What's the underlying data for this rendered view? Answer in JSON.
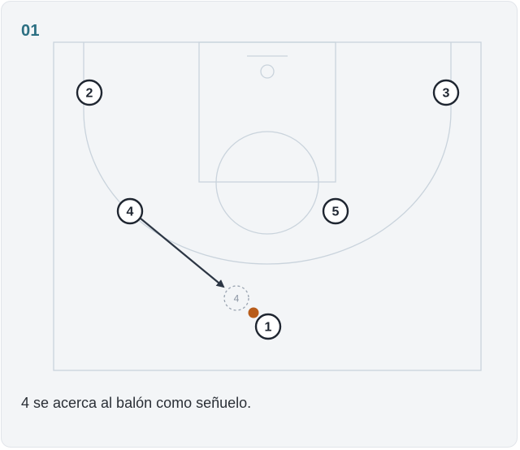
{
  "card": {
    "step_number": "01",
    "caption": "4 se acerca al balón como señuelo."
  },
  "diagram": {
    "players": [
      {
        "id": "player-2",
        "label": "2"
      },
      {
        "id": "player-3",
        "label": "3"
      },
      {
        "id": "player-4",
        "label": "4"
      },
      {
        "id": "player-5",
        "label": "5"
      },
      {
        "id": "player-1",
        "label": "1"
      }
    ],
    "ghost_player": {
      "label": "4"
    },
    "colors": {
      "court_lines": "#c9d3dc",
      "player_ring": "#1f2631",
      "movement_arrow": "#2c3644",
      "ball": "#b85c1a",
      "ghost_ring": "#9aa4b1",
      "step_number": "#2b6f82"
    }
  }
}
